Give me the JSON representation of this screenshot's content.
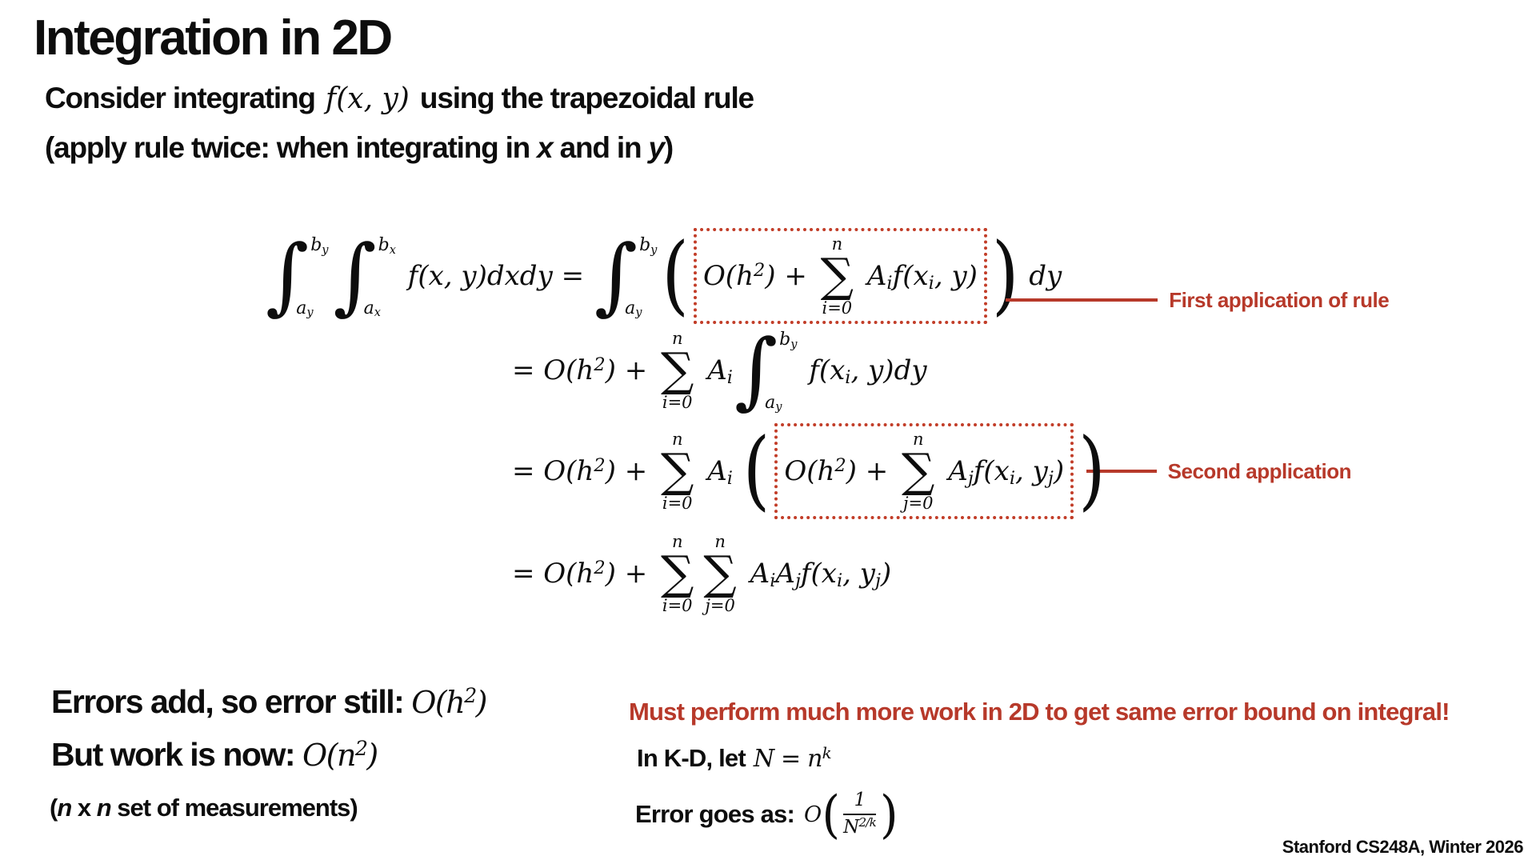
{
  "slide": {
    "title": "Integration in 2D",
    "subtitle1_prefix": "Consider integrating ",
    "subtitle1_math": "f(x, y)",
    "subtitle1_suffix": " using the trapezoidal rule",
    "subtitle2_segments": [
      {
        "v": "(apply rule twice: when integrating in "
      },
      {
        "v": "x",
        "i": true
      },
      {
        "v": " and in "
      },
      {
        "v": "y",
        "i": true
      },
      {
        "v": ")"
      }
    ],
    "footer": "Stanford CS248A, Winter 2026"
  },
  "colors": {
    "annotation_red": "#b7392a",
    "box_red": "#c23d28",
    "text_black": "#0d0d0d",
    "background": "#ffffff"
  },
  "equations": {
    "rows": [
      [
        {
          "t": "int",
          "sup": "b_{y}",
          "sub": "a_{y}"
        },
        {
          "t": "int",
          "sup": "b_{x}",
          "sub": "a_{x}"
        },
        {
          "t": "m",
          "v": " f(x, y)dxdy = "
        },
        {
          "t": "int",
          "sup": "b_{y}",
          "sub": "a_{y}"
        },
        {
          "t": "po"
        },
        {
          "t": "box",
          "tokens": [
            {
              "t": "m",
              "v": "O(h^{2}) + "
            },
            {
              "t": "sum",
              "sup": "n",
              "sub": "i=0"
            },
            {
              "t": "m",
              "v": " A_{i}f(x_{i}, y)"
            }
          ]
        },
        {
          "t": "pc"
        },
        {
          "t": "m",
          "v": " dy"
        }
      ],
      [
        {
          "t": "m",
          "v": "= O(h^{2}) + "
        },
        {
          "t": "sum",
          "sup": "n",
          "sub": "i=0"
        },
        {
          "t": "m",
          "v": " A_{i}"
        },
        {
          "t": "int",
          "sup": "b_{y}",
          "sub": "a_{y}"
        },
        {
          "t": "m",
          "v": " f(x_{i}, y)dy"
        }
      ],
      [
        {
          "t": "m",
          "v": "= O(h^{2}) + "
        },
        {
          "t": "sum",
          "sup": "n",
          "sub": "i=0"
        },
        {
          "t": "m",
          "v": " A_{i} "
        },
        {
          "t": "po"
        },
        {
          "t": "box",
          "tokens": [
            {
              "t": "m",
              "v": "O(h^{2}) + "
            },
            {
              "t": "sum",
              "sup": "n",
              "sub": "j=0"
            },
            {
              "t": "m",
              "v": " A_{j}f(x_{i}, y_{j})"
            }
          ]
        },
        {
          "t": "pc"
        }
      ],
      [
        {
          "t": "m",
          "v": "= O(h^{2}) + "
        },
        {
          "t": "sum",
          "sup": "n",
          "sub": "i=0"
        },
        {
          "t": "sum",
          "sup": "n",
          "sub": "j=0"
        },
        {
          "t": "m",
          "v": " A_{i}A_{j}f(x_{i}, y_{j})"
        }
      ]
    ],
    "annotations": [
      {
        "label": "First application of rule"
      },
      {
        "label": "Second application"
      }
    ]
  },
  "bottom_left": {
    "line1_label": "Errors add, so error still:",
    "line1_tokens": [
      {
        "t": "m",
        "v": "O(h^{2})"
      }
    ],
    "line2_label": "But work is now:",
    "line2_tokens": [
      {
        "t": "m",
        "v": "O(n^{2})"
      }
    ],
    "line3_segments": [
      {
        "v": "("
      },
      {
        "v": "n",
        "i": true
      },
      {
        "v": " x "
      },
      {
        "v": "n",
        "i": true
      },
      {
        "v": " set of measurements)"
      }
    ]
  },
  "bottom_right": {
    "warning": "Must perform much more work in 2D to get same error bound on integral!",
    "kd_label": "In K-D, let",
    "kd_tokens": [
      {
        "t": "m",
        "v": "N = n^{k}"
      }
    ],
    "error_label": "Error goes as:",
    "error_tokens": [
      {
        "t": "m",
        "v": "O"
      },
      {
        "t": "po"
      },
      {
        "t": "frac",
        "num": "1",
        "den": "N^{2/k}"
      },
      {
        "t": "pc"
      }
    ]
  }
}
